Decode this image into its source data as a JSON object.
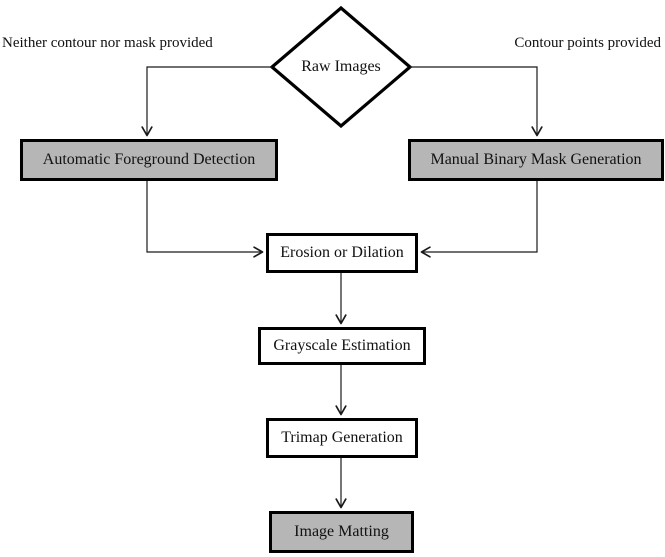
{
  "diagram": {
    "type": "flowchart",
    "nodes": {
      "raw_images": {
        "label": "Raw Images",
        "shape": "diamond",
        "fill": "#ffffff"
      },
      "auto_fg": {
        "label": "Automatic Foreground Detection",
        "shape": "rectangle",
        "fill": "#b6b6b6"
      },
      "manual_mask": {
        "label": "Manual Binary Mask Generation",
        "shape": "rectangle",
        "fill": "#b6b6b6"
      },
      "erosion": {
        "label": "Erosion or Dilation",
        "shape": "rectangle",
        "fill": "#ffffff"
      },
      "grayscale": {
        "label": "Grayscale Estimation",
        "shape": "rectangle",
        "fill": "#ffffff"
      },
      "trimap": {
        "label": "Trimap Generation",
        "shape": "rectangle",
        "fill": "#ffffff"
      },
      "matting": {
        "label": "Image Matting",
        "shape": "rectangle",
        "fill": "#b6b6b6"
      }
    },
    "edges": [
      {
        "from": "raw_images",
        "to": "auto_fg",
        "label": "Neither contour nor mask provided"
      },
      {
        "from": "raw_images",
        "to": "manual_mask",
        "label": "Contour points provided"
      },
      {
        "from": "auto_fg",
        "to": "erosion",
        "label": ""
      },
      {
        "from": "manual_mask",
        "to": "erosion",
        "label": ""
      },
      {
        "from": "erosion",
        "to": "grayscale",
        "label": ""
      },
      {
        "from": "grayscale",
        "to": "trimap",
        "label": ""
      },
      {
        "from": "trimap",
        "to": "matting",
        "label": ""
      }
    ],
    "colors": {
      "border": "#000000",
      "line": "#1a1a1a",
      "gray_fill": "#b6b6b6",
      "white_fill": "#ffffff",
      "background": "#ffffff",
      "text": "#111111"
    }
  }
}
